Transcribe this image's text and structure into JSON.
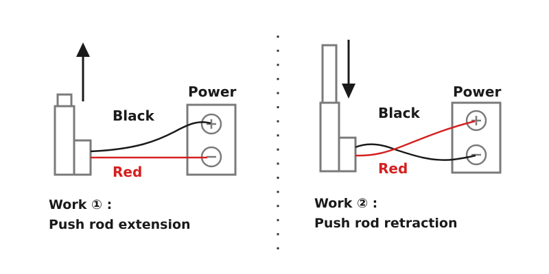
{
  "colors": {
    "outline": "#7a7a7a",
    "black_wire": "#1a1a1a",
    "red_wire": "#d42020",
    "text": "#1a1a1a",
    "red_text": "#d42020",
    "divider": "#333333"
  },
  "panels": [
    {
      "id": "work1",
      "power_label": "Power",
      "black_label": "Black",
      "red_label": "Red",
      "arrow_direction": "up",
      "title_line1": "Work ① :",
      "title_line2": "Push rod extension",
      "black_terminal": "+",
      "red_terminal": "-"
    },
    {
      "id": "work2",
      "power_label": "Power",
      "black_label": "Black",
      "red_label": "Red",
      "arrow_direction": "down",
      "title_line1": "Work ② :",
      "title_line2": "Push rod retraction",
      "black_terminal": "-",
      "red_terminal": "+"
    }
  ]
}
